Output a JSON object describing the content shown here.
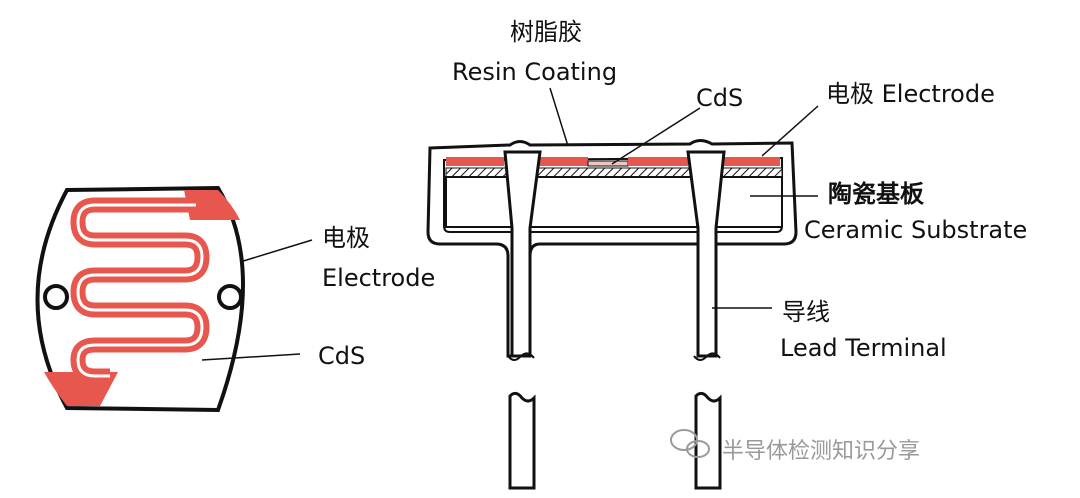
{
  "left_view": {
    "electrode_zh": "电极",
    "electrode_en": "Electrode",
    "cds": "CdS"
  },
  "cross_section": {
    "resin_zh": "树脂胶",
    "resin_en": "Resin Coating",
    "cds": "CdS",
    "electrode": "电极 Electrode",
    "substrate_zh": "陶瓷基板",
    "substrate_en": "Ceramic Substrate",
    "lead_zh": "导线",
    "lead_en": "Lead Terminal"
  },
  "watermark": "半导体检测知识分享",
  "colors": {
    "electrode": "#e8574e",
    "outline": "#111111"
  }
}
